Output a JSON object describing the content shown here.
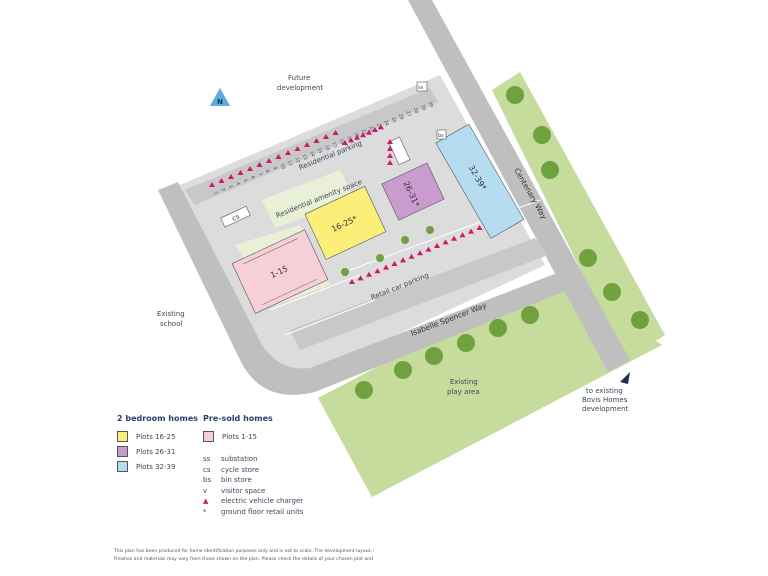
{
  "map": {
    "labels": {
      "future_development": [
        "Future",
        "development"
      ],
      "existing_school": [
        "Existing",
        "school"
      ],
      "existing_play_area": [
        "Existing",
        "play area"
      ],
      "bovis": [
        "to existing",
        "Bovis Homes",
        "development"
      ],
      "centenary_way": "Centenary Way",
      "isabelle_spencer_way": "Isabelle Spencer Way",
      "residential_parking": "Residential parking",
      "residential_amenity": "Residential amenity space",
      "retail_car_parking": "Retail car parking",
      "north": "N"
    },
    "buildings": [
      {
        "label": "1-15",
        "color": "#f6d0d6"
      },
      {
        "label": "16-25*",
        "color": "#fbef7a"
      },
      {
        "label": "26-31*",
        "color": "#c99bcf"
      },
      {
        "label": "32-39*",
        "color": "#b5dcf0"
      }
    ],
    "stores": {
      "cs": "cs",
      "bs": "bs",
      "ss": "ss"
    },
    "parking_numbers": [
      "1",
      "2",
      "3",
      "4",
      "5",
      "6",
      "7",
      "8",
      "9",
      "10",
      "11",
      "12",
      "13",
      "14",
      "15",
      "16",
      "17",
      "18",
      "19",
      "20",
      "21",
      "22",
      "23",
      "24",
      "25",
      "26",
      "27",
      "28",
      "29",
      "30",
      "31",
      "32",
      "33",
      "34",
      "35",
      "36",
      "37",
      "38",
      "39"
    ],
    "colors": {
      "road": "#bfbfbf",
      "hardstanding": "#dcdcdc",
      "green": "#c5dc9c",
      "light_green": "#eaf0d6",
      "ev_charger": "#d1166b",
      "tree": "#6fa13f",
      "north": "#5aaedc"
    }
  },
  "legend": {
    "two_bed": {
      "title": "2 bedroom homes",
      "items": [
        {
          "label": "Plots 16-25",
          "color": "#fbef7a"
        },
        {
          "label": "Plots 26-31",
          "color": "#c99bcf"
        },
        {
          "label": "Plots 32-39",
          "color": "#b5dcf0"
        }
      ]
    },
    "pre_sold": {
      "title": "Pre-sold homes",
      "items": [
        {
          "label": "Plots 1-15",
          "color": "#f6d0d6"
        }
      ]
    },
    "key": [
      {
        "symbol": "ss",
        "label": "substation"
      },
      {
        "symbol": "cs",
        "label": "cycle store"
      },
      {
        "symbol": "bs",
        "label": "bin store"
      },
      {
        "symbol": "v",
        "label": "visitor space"
      },
      {
        "symbol": "▲",
        "label": "electric vehicle charger"
      },
      {
        "symbol": "*",
        "label": "ground floor retail units"
      }
    ]
  },
  "disclaimer": [
    "This plan has been produced for home identification purposes only and is not to scale. The development layout, la",
    "Finishes and materials may vary from those shown on the plan. Please check the details of your chosen plot and ho"
  ]
}
